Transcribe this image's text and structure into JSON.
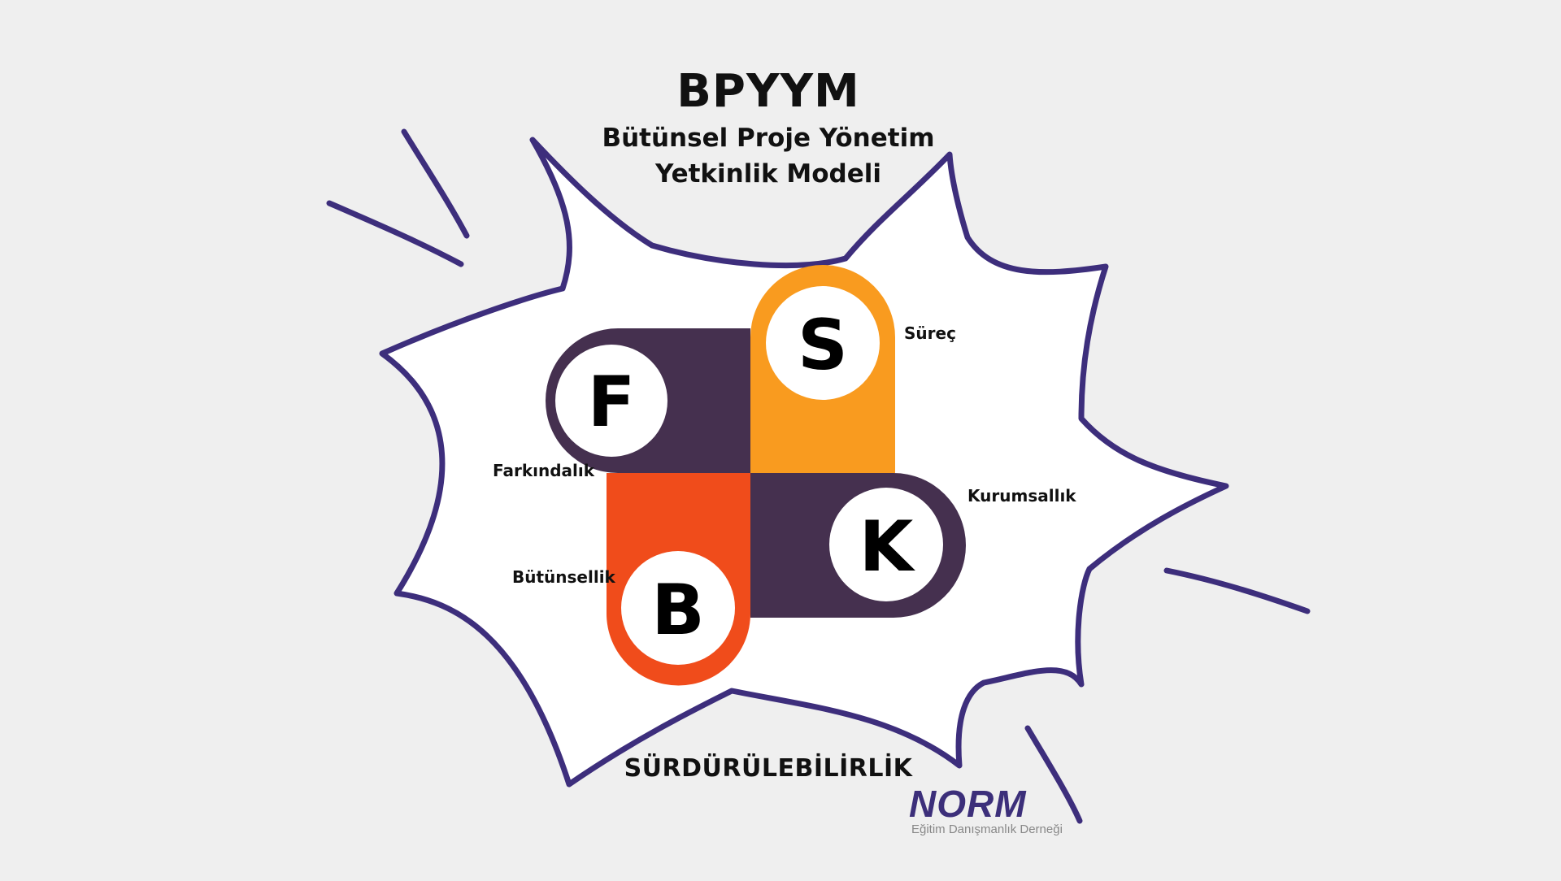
{
  "title": {
    "main": "BPYYM",
    "line1": "Bütünsel Proje Yönetim",
    "line2": "Yetkinlik Modeli"
  },
  "blocks": [
    {
      "letter": "F",
      "label": "Farkındalık",
      "color": "#45304f"
    },
    {
      "letter": "S",
      "label": "Süreç",
      "color": "#f99b1f"
    },
    {
      "letter": "B",
      "label": "Bütünsellik",
      "color": "#f04c1b"
    },
    {
      "letter": "K",
      "label": "Kurumsallık",
      "color": "#45304f"
    }
  ],
  "footer": "SÜRDÜRÜLEBİLİRLİK",
  "logo": {
    "word": "NORM",
    "subtitle": "Eğitim Danışmanlık Derneği",
    "color": "#3c2f7a"
  },
  "colors": {
    "background": "#efefef",
    "burst_fill": "#ffffff",
    "burst_outline": "#3d2e7c"
  }
}
